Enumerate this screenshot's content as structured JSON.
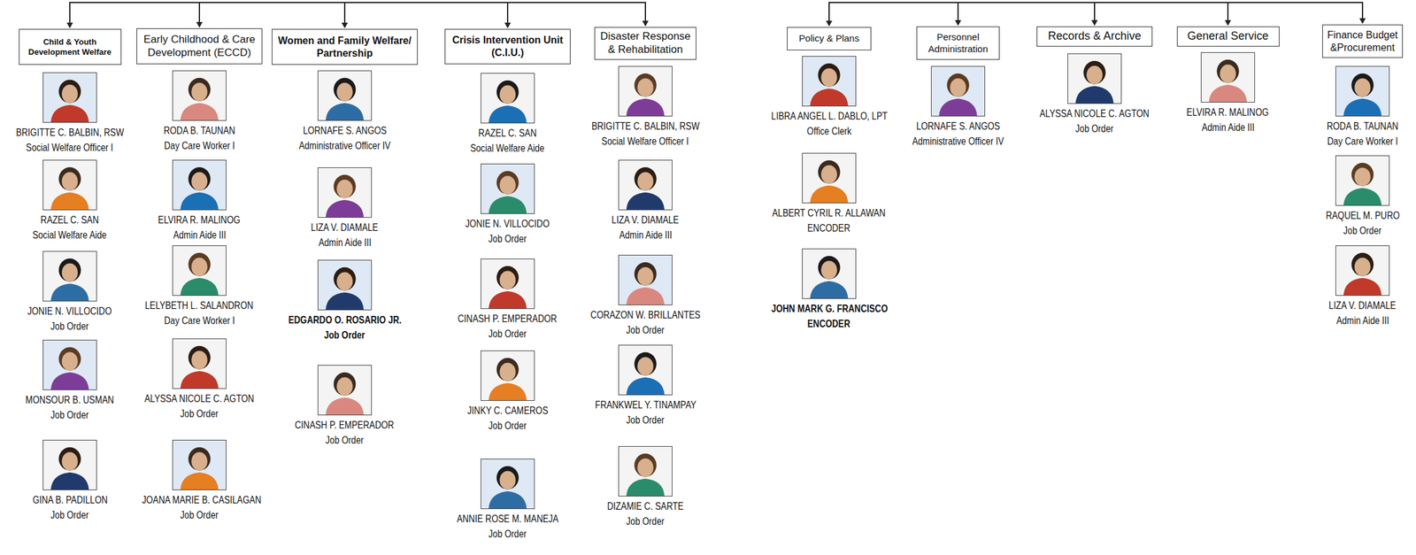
{
  "diagram": {
    "nodes": [
      {
        "text": [
          "Child & Youth Development Welfare"
        ]
      },
      {
        "text": [
          "Early Childhood & Care Development (ECCD)"
        ]
      },
      {
        "text": [
          "Women and Family Welfare/ Partnership"
        ]
      },
      {
        "text": [
          "Crisis Intervention Unit (C.I.U.)"
        ]
      },
      {
        "text": [
          "Disaster Response & Rehabilitation"
        ]
      },
      {
        "text": [
          "Policy & Plans"
        ]
      },
      {
        "text": [
          "Personnel Administration"
        ]
      },
      {
        "text": [
          "Records & Archive"
        ]
      },
      {
        "text": [
          "General Service"
        ]
      },
      {
        "text": [
          "Finance Budget &Procurement"
        ]
      }
    ],
    "edges": [],
    "labels": [
      "BRIGITTE C. BALBIN, RSW",
      "Social Welfare Officer I",
      "RAZEL C. SAN",
      "Social Welfare Aide",
      "JONIE N. VILLOCIDO",
      "Job Order",
      "MONSOUR B. USMAN",
      "Job Order",
      "GINA B. PADILLON",
      "Job Order",
      "RODA B. TAUNAN",
      "Day Care Worker I",
      "ELVIRA R. MALINOG",
      "Admin Aide III",
      "LELYBETH L. SALANDRON",
      "Day Care Worker I",
      "ALYSSA NICOLE C. AGTON",
      "Job Order",
      "JOANA MARIE B. CASILAGAN",
      "Job Order",
      "LORNAFE S. ANGOS",
      "Administrative Officer IV",
      "LIZA V. DIAMALE",
      "Admin Aide III",
      "EDGARDO O. ROSARIO JR.",
      "Job Order",
      "CINASH P. EMPERADOR",
      "Job Order",
      "RAZEL C. SAN",
      "Social Welfare Aide",
      "JONIE N. VILLOCIDO",
      "Job Order",
      "CINASH P. EMPERADOR",
      "Job Order",
      "JINKY C. CAMEROS",
      "Job Order",
      "ANNIE ROSE M. MANEJA",
      "Job Order",
      "BRIGITTE C. BALBIN, RSW",
      "Social Welfare Officer I",
      "LIZA V. DIAMALE",
      "Admin Aide III",
      "CORAZON W. BRILLANTES",
      "Job Order",
      "FRANKWEL Y. TINAMPAY",
      "Job Order",
      "DIZAMIE C. SARTE",
      "Job Order",
      "LIBRA ANGEL L. DABLO, LPT",
      "Office Clerk",
      "ALBERT CYRIL R. ALLAWAN",
      "ENCODER",
      "JOHN MARK G. FRANCISCO",
      "ENCODER",
      "LORNAFE S. ANGOS",
      "Administrative Officer IV",
      "ALYSSA NICOLE C. AGTON",
      "Job Order",
      "ELVIRA R. MALINOG",
      "Admin Aide III",
      "RODA B. TAUNAN",
      "Day Care Worker I",
      "RAQUEL M. PURO",
      "Job Order",
      "LIZA V. DIAMALE",
      "Admin Aide III"
    ]
  }
}
